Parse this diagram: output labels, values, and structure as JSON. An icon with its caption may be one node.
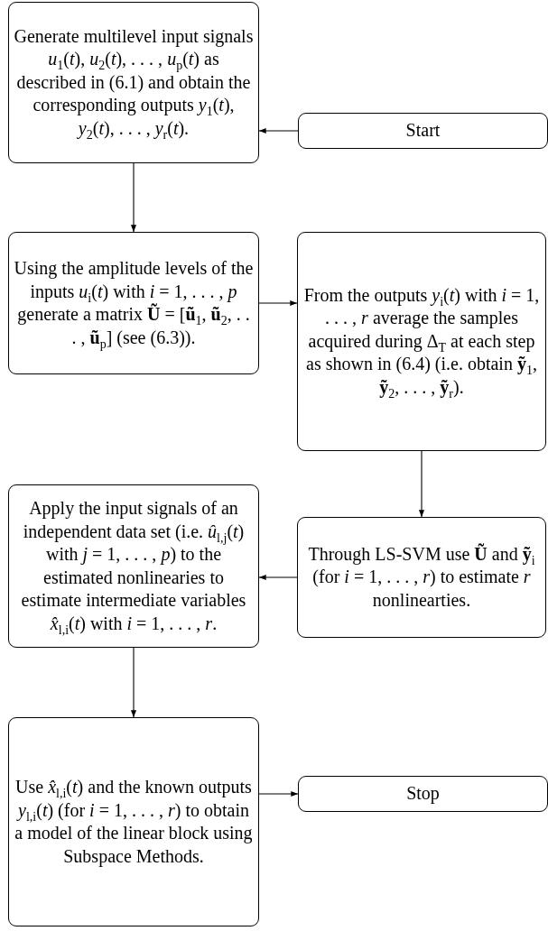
{
  "diagram": {
    "nodes": [
      {
        "text": [
          "Generate multilevel input signals *u*$_{1}$(*t*), *u*$_{2}$(*t*), . . . , *u*$_{p}$(*t*) as described in (6.1) and obtain the corresponding outputs *y*$_{1}$(*t*), *y*$_{2}$(*t*), . . . , *y*$_{r}$(*t*)."
        ]
      },
      {
        "text": [
          "Start"
        ]
      },
      {
        "text": [
          "Using the amplitude levels of the inputs *u*$_{i}$(*t*) with *i* = 1, . . . , *p* generate a matrix **Ũ** = [**ũ**$_{1}$, **ũ**$_{2}$, . . . , **ũ**$_{p}$] (see (6.3))."
        ]
      },
      {
        "text": [
          "From the outputs *y*$_{i}$(*t*) with *i* = 1, . . . , *r* average the samples acquired during Δ$_{T}$ at each step as shown in (6.4) (i.e. obtain **ỹ**$_{1}$, **ỹ**$_{2}$, . . . , **ỹ**$_{r}$)."
        ]
      },
      {
        "text": [
          "Apply the input signals of an independent data set (i.e. *û*$_{l,j}$(*t*) with *j* = 1, . . . , *p*) to the estimated nonlinearies to estimate intermediate variables *x̂*$_{l,i}$(*t*) with *i* = 1, . . . , *r*."
        ]
      },
      {
        "text": [
          "Through LS-SVM use **Ũ** and **ỹ**$_{i}$ (for *i* = 1, . . . , *r*) to estimate *r* nonlinearties."
        ]
      },
      {
        "text": [
          "Use *x̂*$_{l,i}$(*t*) and the known outputs *y*$_{l,i}$(*t*) (for *i* = 1, . . . , *r*) to obtain a model of the linear block using Subspace Methods."
        ]
      },
      {
        "text": [
          "Stop"
        ]
      }
    ],
    "edges": [
      {
        "from": 1,
        "to": 0,
        "arrow": "to"
      },
      {
        "from": 0,
        "to": 2,
        "arrow": "to"
      },
      {
        "from": 2,
        "to": 3,
        "arrow": "to"
      },
      {
        "from": 3,
        "to": 5,
        "arrow": "to"
      },
      {
        "from": 5,
        "to": 4,
        "arrow": "to"
      },
      {
        "from": 4,
        "to": 6,
        "arrow": "to"
      },
      {
        "from": 6,
        "to": 7,
        "arrow": "to"
      }
    ]
  }
}
